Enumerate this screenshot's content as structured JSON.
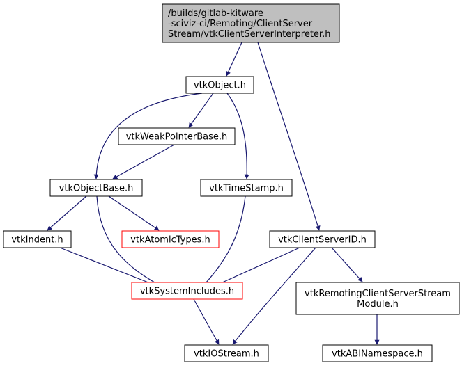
{
  "colors": {
    "edge": "#191970",
    "root_fill": "#bfbfbf",
    "node_border": "#000000",
    "missing_border": "#ff0000"
  },
  "nodes": [
    {
      "id": "root",
      "lines": [
        "/builds/gitlab-kitware",
        "-sciviz-ci/Remoting/ClientServer",
        "Stream/vtkClientServerInterpreter.h"
      ],
      "kind": "root"
    },
    {
      "id": "vtkObject",
      "lines": [
        "vtkObject.h"
      ],
      "kind": "normal"
    },
    {
      "id": "vtkWeakPointerBase",
      "lines": [
        "vtkWeakPointerBase.h"
      ],
      "kind": "normal"
    },
    {
      "id": "vtkObjectBase",
      "lines": [
        "vtkObjectBase.h"
      ],
      "kind": "normal"
    },
    {
      "id": "vtkTimeStamp",
      "lines": [
        "vtkTimeStamp.h"
      ],
      "kind": "normal"
    },
    {
      "id": "vtkIndent",
      "lines": [
        "vtkIndent.h"
      ],
      "kind": "normal"
    },
    {
      "id": "vtkAtomicTypes",
      "lines": [
        "vtkAtomicTypes.h"
      ],
      "kind": "missing"
    },
    {
      "id": "vtkClientServerID",
      "lines": [
        "vtkClientServerID.h"
      ],
      "kind": "normal"
    },
    {
      "id": "vtkSystemIncludes",
      "lines": [
        "vtkSystemIncludes.h"
      ],
      "kind": "missing"
    },
    {
      "id": "vtkRemotingModule",
      "lines": [
        "vtkRemotingClientServerStream",
        "Module.h"
      ],
      "kind": "normal"
    },
    {
      "id": "vtkIOStream",
      "lines": [
        "vtkIOStream.h"
      ],
      "kind": "normal"
    },
    {
      "id": "vtkABINamespace",
      "lines": [
        "vtkABINamespace.h"
      ],
      "kind": "normal"
    }
  ],
  "edges": [
    {
      "from": "root",
      "to": "vtkObject"
    },
    {
      "from": "root",
      "to": "vtkClientServerID"
    },
    {
      "from": "vtkObject",
      "to": "vtkWeakPointerBase"
    },
    {
      "from": "vtkObject",
      "to": "vtkObjectBase"
    },
    {
      "from": "vtkObject",
      "to": "vtkTimeStamp"
    },
    {
      "from": "vtkWeakPointerBase",
      "to": "vtkObjectBase"
    },
    {
      "from": "vtkObjectBase",
      "to": "vtkIndent"
    },
    {
      "from": "vtkObjectBase",
      "to": "vtkAtomicTypes"
    },
    {
      "from": "vtkObjectBase",
      "to": "vtkSystemIncludes"
    },
    {
      "from": "vtkTimeStamp",
      "to": "vtkSystemIncludes"
    },
    {
      "from": "vtkIndent",
      "to": "vtkSystemIncludes"
    },
    {
      "from": "vtkClientServerID",
      "to": "vtkSystemIncludes"
    },
    {
      "from": "vtkClientServerID",
      "to": "vtkIOStream"
    },
    {
      "from": "vtkClientServerID",
      "to": "vtkRemotingModule"
    },
    {
      "from": "vtkSystemIncludes",
      "to": "vtkIOStream"
    },
    {
      "from": "vtkRemotingModule",
      "to": "vtkABINamespace"
    }
  ]
}
